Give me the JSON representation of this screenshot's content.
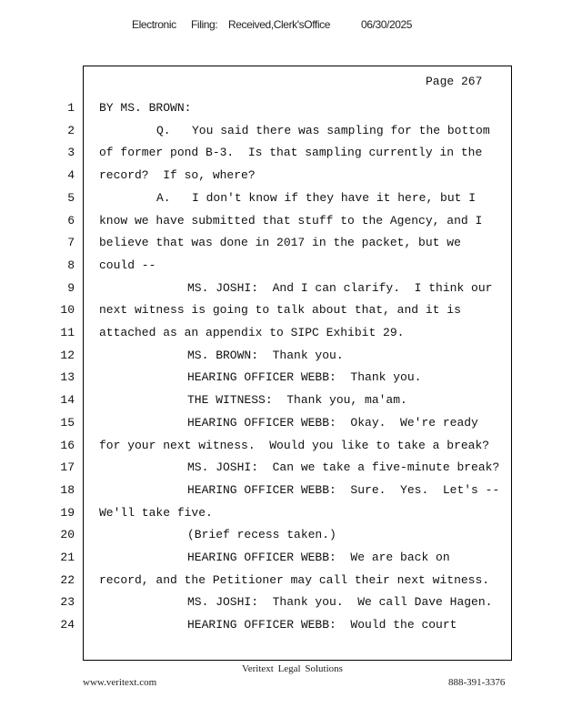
{
  "header": {
    "part1": "Electronic",
    "part2": "Filing:",
    "part3": "Received,Clerk'sOffice",
    "date": "06/30/2025"
  },
  "page_label": "Page 267",
  "lines": [
    {
      "n": "1",
      "indent": 0,
      "text": "BY MS. BROWN:"
    },
    {
      "n": "2",
      "indent": 1,
      "text": "Q.   You said there was sampling for the bottom"
    },
    {
      "n": "3",
      "indent": 0,
      "text": "of former pond B-3.  Is that sampling currently in the"
    },
    {
      "n": "4",
      "indent": 0,
      "text": "record?  If so, where?"
    },
    {
      "n": "5",
      "indent": 1,
      "text": "A.   I don't know if they have it here, but I"
    },
    {
      "n": "6",
      "indent": 0,
      "text": "know we have submitted that stuff to the Agency, and I"
    },
    {
      "n": "7",
      "indent": 0,
      "text": "believe that was done in 2017 in the packet, but we"
    },
    {
      "n": "8",
      "indent": 0,
      "text": "could --"
    },
    {
      "n": "9",
      "indent": 2,
      "text": "MS. JOSHI:  And I can clarify.  I think our"
    },
    {
      "n": "10",
      "indent": 0,
      "text": "next witness is going to talk about that, and it is"
    },
    {
      "n": "11",
      "indent": 0,
      "text": "attached as an appendix to SIPC Exhibit 29."
    },
    {
      "n": "12",
      "indent": 2,
      "text": "MS. BROWN:  Thank you."
    },
    {
      "n": "13",
      "indent": 2,
      "text": "HEARING OFFICER WEBB:  Thank you."
    },
    {
      "n": "14",
      "indent": 2,
      "text": "THE WITNESS:  Thank you, ma'am."
    },
    {
      "n": "15",
      "indent": 2,
      "text": "HEARING OFFICER WEBB:  Okay.  We're ready"
    },
    {
      "n": "16",
      "indent": 0,
      "text": "for your next witness.  Would you like to take a break?"
    },
    {
      "n": "17",
      "indent": 2,
      "text": "MS. JOSHI:  Can we take a five-minute break?"
    },
    {
      "n": "18",
      "indent": 2,
      "text": "HEARING OFFICER WEBB:  Sure.  Yes.  Let's --"
    },
    {
      "n": "19",
      "indent": 0,
      "text": "We'll take five."
    },
    {
      "n": "20",
      "indent": 2,
      "text": "(Brief recess taken.)"
    },
    {
      "n": "21",
      "indent": 2,
      "text": "HEARING OFFICER WEBB:  We are back on"
    },
    {
      "n": "22",
      "indent": 0,
      "text": "record, and the Petitioner may call their next witness."
    },
    {
      "n": "23",
      "indent": 2,
      "text": "MS. JOSHI:  Thank you.  We call Dave Hagen."
    },
    {
      "n": "24",
      "indent": 2,
      "text": "HEARING OFFICER WEBB:  Would the court"
    }
  ],
  "footer": {
    "company": "Veritext   Legal   Solutions",
    "website": "www.veritext.com",
    "phone": "888-391-3376"
  }
}
